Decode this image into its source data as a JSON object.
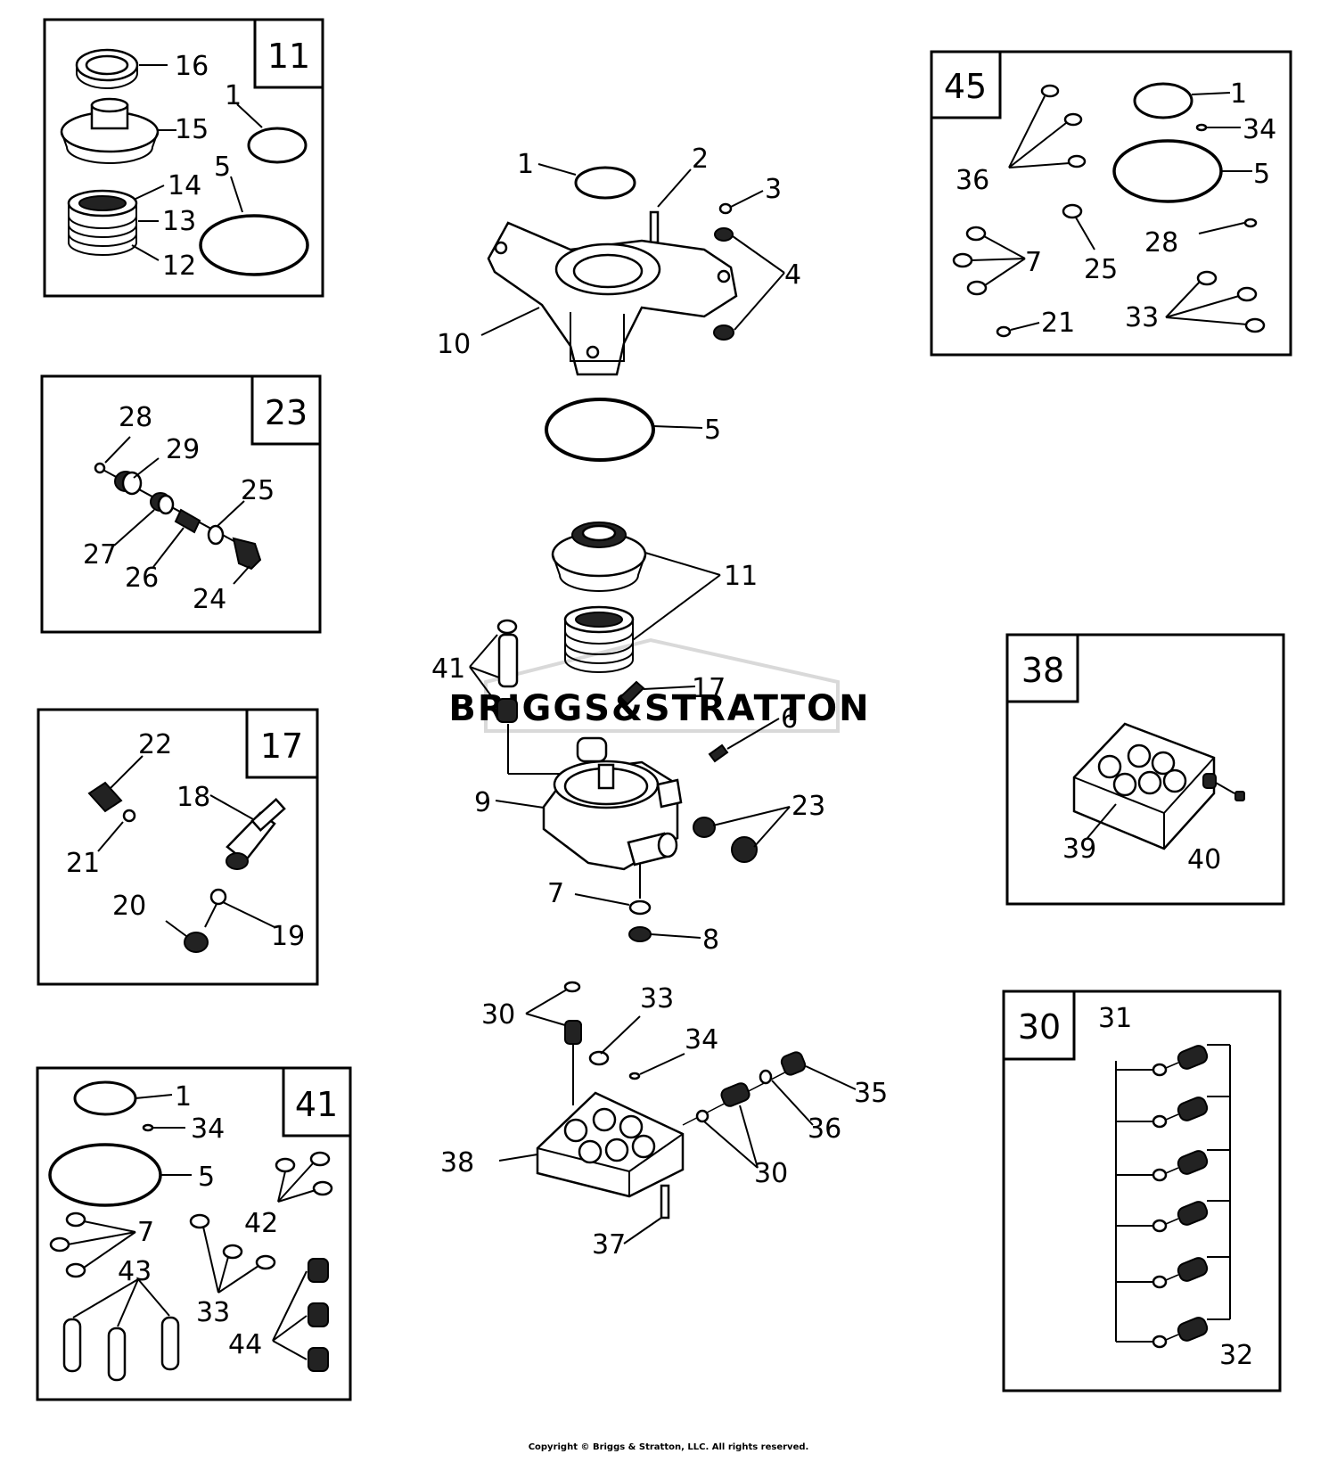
{
  "watermark": "BRIGGS&STRATTON",
  "copyright": "Copyright © Briggs & Stratton, LLC. All rights reserved.",
  "kits": [
    {
      "id": "kit-11",
      "number": "11"
    },
    {
      "id": "kit-23",
      "number": "23"
    },
    {
      "id": "kit-17",
      "number": "17"
    },
    {
      "id": "kit-41",
      "number": "41"
    },
    {
      "id": "kit-45",
      "number": "45"
    },
    {
      "id": "kit-38",
      "number": "38"
    },
    {
      "id": "kit-30",
      "number": "30"
    }
  ],
  "callouts": [
    {
      "label": "16"
    },
    {
      "label": "15"
    },
    {
      "label": "1"
    },
    {
      "label": "14"
    },
    {
      "label": "5"
    },
    {
      "label": "13"
    },
    {
      "label": "12"
    },
    {
      "label": "28"
    },
    {
      "label": "29"
    },
    {
      "label": "25"
    },
    {
      "label": "27"
    },
    {
      "label": "26"
    },
    {
      "label": "24"
    },
    {
      "label": "22"
    },
    {
      "label": "18"
    },
    {
      "label": "21"
    },
    {
      "label": "20"
    },
    {
      "label": "19"
    },
    {
      "label": "1"
    },
    {
      "label": "34"
    },
    {
      "label": "5"
    },
    {
      "label": "7"
    },
    {
      "label": "42"
    },
    {
      "label": "43"
    },
    {
      "label": "33"
    },
    {
      "label": "44"
    },
    {
      "label": "1"
    },
    {
      "label": "34"
    },
    {
      "label": "36"
    },
    {
      "label": "5"
    },
    {
      "label": "7"
    },
    {
      "label": "25"
    },
    {
      "label": "28"
    },
    {
      "label": "21"
    },
    {
      "label": "33"
    },
    {
      "label": "39"
    },
    {
      "label": "40"
    },
    {
      "label": "31"
    },
    {
      "label": "32"
    },
    {
      "label": "1"
    },
    {
      "label": "2"
    },
    {
      "label": "3"
    },
    {
      "label": "4"
    },
    {
      "label": "10"
    },
    {
      "label": "5"
    },
    {
      "label": "11"
    },
    {
      "label": "41"
    },
    {
      "label": "17"
    },
    {
      "label": "6"
    },
    {
      "label": "9"
    },
    {
      "label": "23"
    },
    {
      "label": "7"
    },
    {
      "label": "8"
    },
    {
      "label": "30"
    },
    {
      "label": "33"
    },
    {
      "label": "34"
    },
    {
      "label": "35"
    },
    {
      "label": "38"
    },
    {
      "label": "36"
    },
    {
      "label": "30"
    },
    {
      "label": "37"
    }
  ]
}
